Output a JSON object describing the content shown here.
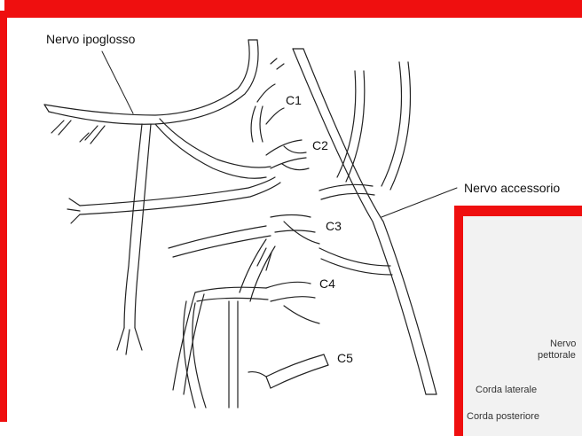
{
  "labels": {
    "hypoglossal": "Nervo ipoglosso",
    "accessory": "Nervo accessorio",
    "c1": "C1",
    "c2": "C2",
    "c3": "C3",
    "c4": "C4",
    "c5": "C5"
  },
  "inset": {
    "pectoral_line1": "Nervo",
    "pectoral_line2": "pettorale",
    "lateral_cord": "Corda laterale",
    "posterior_cord": "Corda posteriore"
  },
  "colors": {
    "frame": "#ef0f0f",
    "line": "#222222",
    "inset_bg": "#f2f2f2"
  }
}
